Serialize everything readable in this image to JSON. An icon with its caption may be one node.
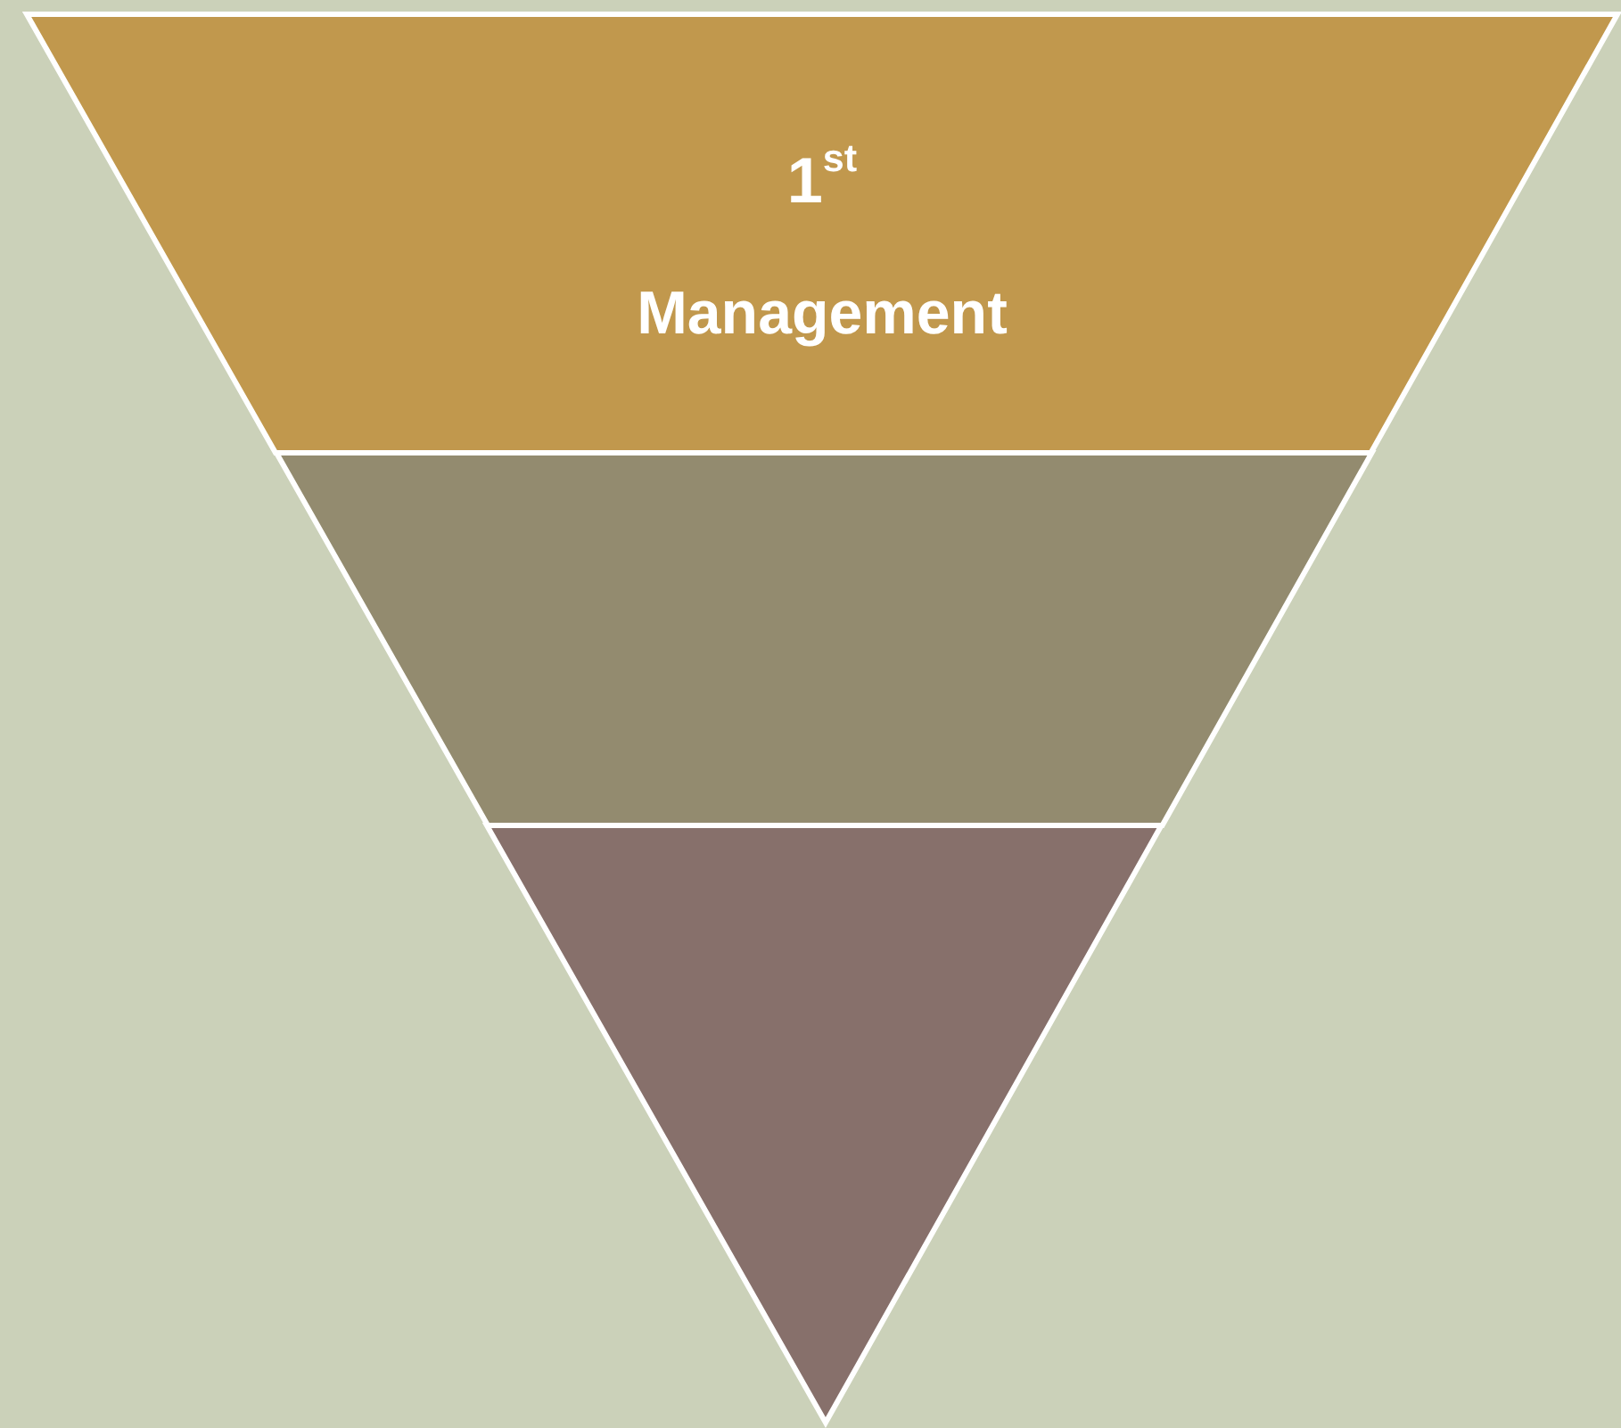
{
  "diagram": {
    "nodes": [
      {
        "text": [
          "1$^{st}$",
          "Management"
        ]
      },
      {
        "text": [],
        "shape": "trapezoid"
      },
      {
        "text": [],
        "shape": "triangle"
      }
    ]
  }
}
